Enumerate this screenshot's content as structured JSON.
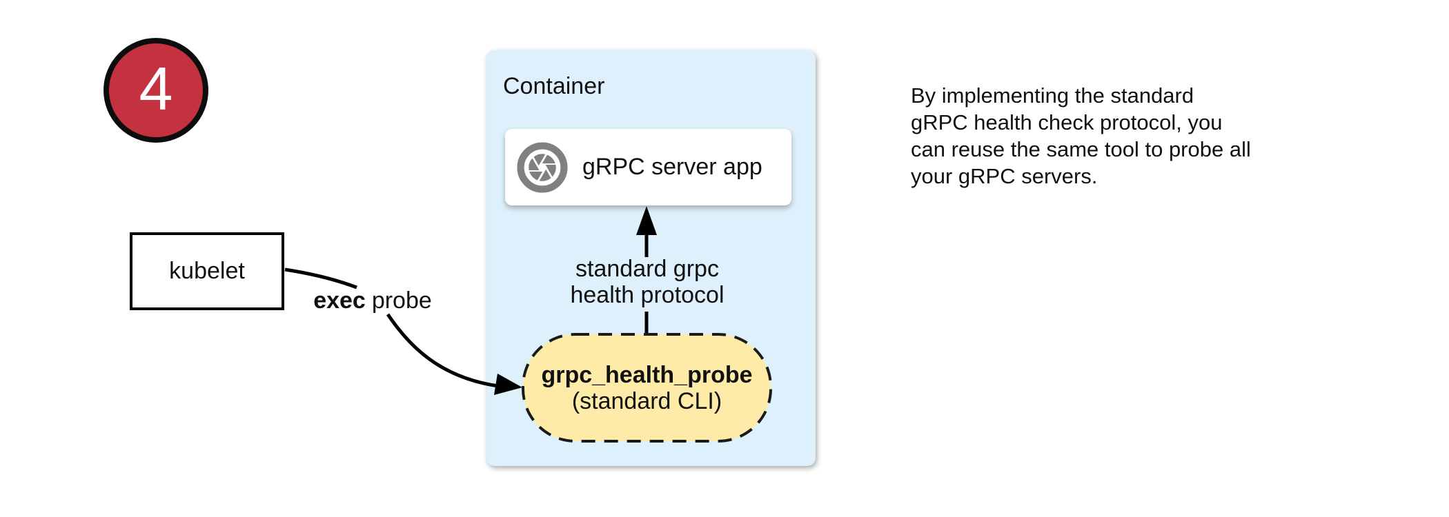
{
  "badge": {
    "number": "4",
    "fill": "#c5323f"
  },
  "kubelet": {
    "label": "kubelet"
  },
  "exec_probe_label": {
    "bold": "exec",
    "rest": "probe"
  },
  "container": {
    "title": "Container",
    "fill": "#def0fb"
  },
  "server_box": {
    "label": "gRPC server app",
    "icon": "aperture-icon",
    "icon_color": "#808080"
  },
  "protocol_label": {
    "line1": "standard grpc",
    "line2": "health protocol"
  },
  "probe_pill": {
    "title": "grpc_health_probe",
    "subtitle": "(standard CLI)",
    "fill": "#feeba8"
  },
  "note": {
    "lines": [
      "By implementing the standard",
      "gRPC health check protocol, you",
      "can reuse the same tool to probe all",
      "your gRPC servers."
    ]
  }
}
